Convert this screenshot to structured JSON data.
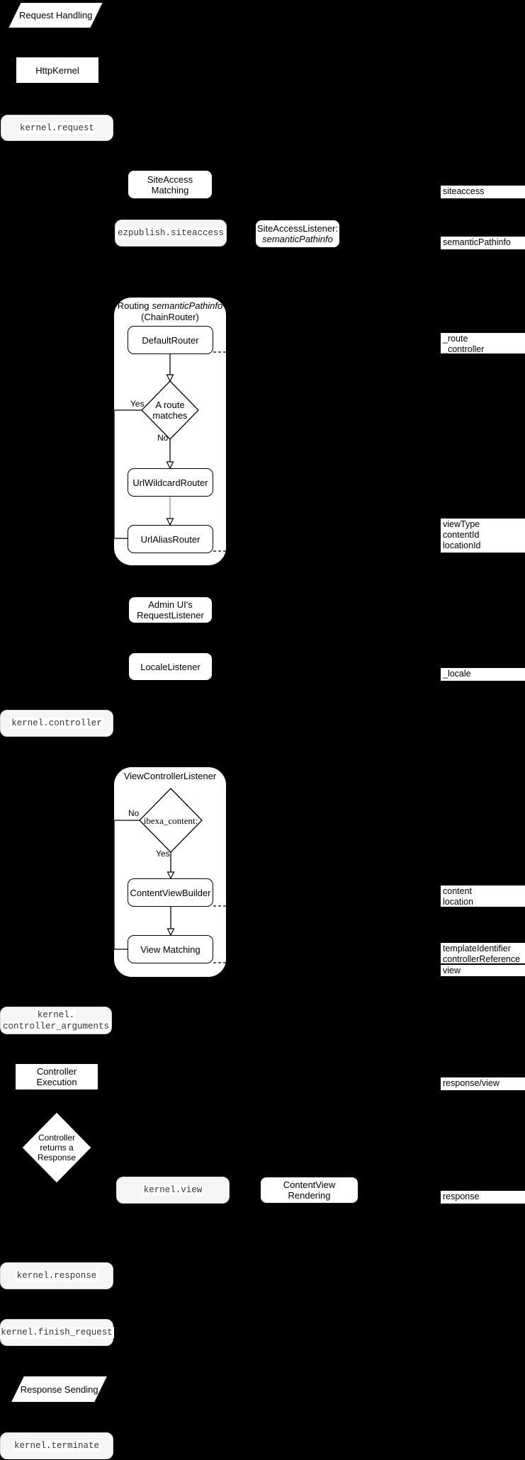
{
  "flow": {
    "request_handling": "Request Handling",
    "http_kernel": "HttpKernel",
    "kernel_request": "kernel.request",
    "siteaccess_matching": "SiteAccess Matching",
    "ezpublish_siteaccess": "ezpublish.siteaccess",
    "siteaccess_listener_line1": "SiteAccessListener:",
    "siteaccess_listener_line2": "semanticPathinfo",
    "routing": {
      "title_normal": "Routing",
      "title_italic": "semanticPathinfo",
      "title_line2": "(ChainRouter)",
      "default_router": "DefaultRouter",
      "decision_line1": "A route",
      "decision_line2": "matches",
      "yes": "Yes",
      "no": "No",
      "url_wildcard_router": "UrlWildcardRouter",
      "url_alias_router": "UrlAliasRouter"
    },
    "admin_request_listener_line1": "Admin UI's",
    "admin_request_listener_line2": "RequestListener",
    "locale_listener": "LocaleListener",
    "kernel_controller": "kernel.controller",
    "view_controller": {
      "title": "ViewControllerListener",
      "decision": "ibexa_content:",
      "yes": "Yes",
      "no": "No",
      "content_view_builder": "ContentViewBuilder",
      "view_matching": "View Matching"
    },
    "kernel_controller_arguments_line1": "kernel.",
    "kernel_controller_arguments_line2": "controller_arguments",
    "controller_execution": "Controller Execution",
    "response_decision_line1": "Controller",
    "response_decision_line2": "returns a",
    "response_decision_line3": "Response",
    "kernel_view": "kernel.view",
    "contentview_rendering": "ContentView Rendering",
    "kernel_response": "kernel.response",
    "kernel_finish_request": "kernel.finish_request",
    "response_sending": "Response Sending",
    "kernel_terminate": "kernel.terminate"
  },
  "annotations": {
    "siteaccess": "siteaccess",
    "semantic_pathinfo": "semanticPathinfo",
    "route_line1": "_route",
    "route_line2": "_controller",
    "viewtype_line1": "viewType",
    "viewtype_line2": "contentId",
    "viewtype_line3": "locationId",
    "locale": "_locale",
    "content_line1": "content",
    "content_line2": "location",
    "template_line1": "templateIdentifier",
    "template_line2": "controllerReference",
    "view": "view",
    "response_view": "response/view",
    "response": "response"
  },
  "colors": {
    "background": "#000000",
    "node_fill": "#ffffff",
    "node_border": "#000000",
    "event_fill": "#f5f5f5",
    "event_border": "#d8d8d8",
    "event_text": "#333333",
    "annotation_fill": "#ffffff",
    "annotation_text": "#000000",
    "gray_connector": "#8c8c8c"
  }
}
